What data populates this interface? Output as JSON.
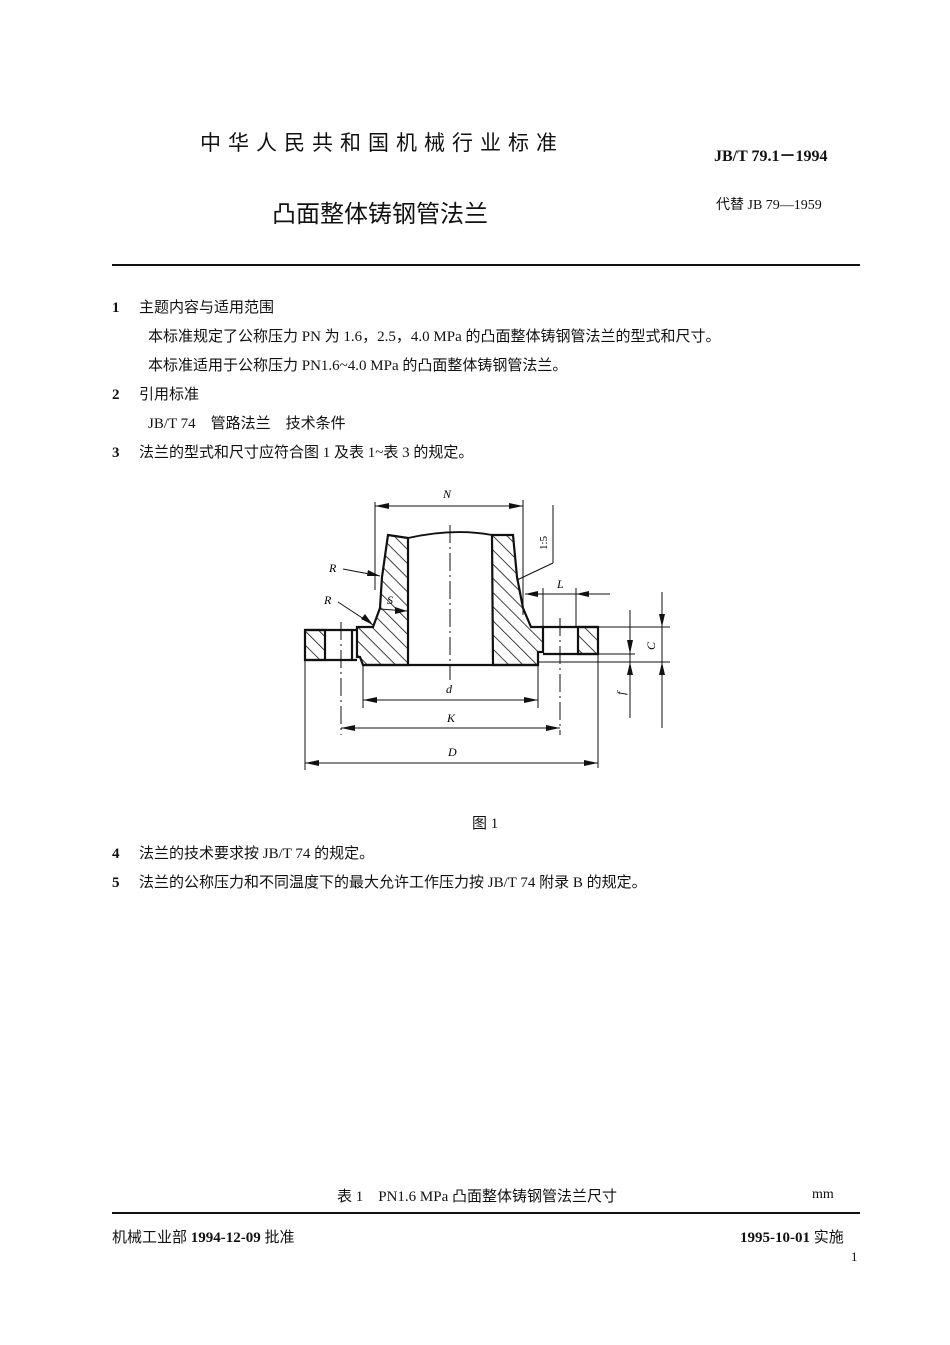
{
  "header": {
    "organization": "中华人民共和国机械行业标准",
    "standard_code": "JB/T 79.1－1994",
    "title": "凸面整体铸钢管法兰",
    "replaces": "代替 JB 79—1959"
  },
  "sections": [
    {
      "number": "1",
      "heading": "主题内容与适用范围",
      "paragraphs": [
        "本标准规定了公称压力 PN 为 1.6，2.5，4.0 MPa 的凸面整体铸钢管法兰的型式和尺寸。",
        "本标准适用于公称压力 PN1.6~4.0 MPa 的凸面整体铸钢管法兰。"
      ]
    },
    {
      "number": "2",
      "heading": "引用标准",
      "paragraphs": [
        "JB/T  74　管路法兰　技术条件"
      ]
    },
    {
      "number": "3",
      "heading": "法兰的型式和尺寸应符合图 1 及表 1~表 3 的规定。"
    },
    {
      "number": "4",
      "heading": "法兰的技术要求按 JB/T  74 的规定。"
    },
    {
      "number": "5",
      "heading": "法兰的公称压力和不同温度下的最大允许工作压力按 JB/T  74 附录 B 的规定。"
    }
  ],
  "figure": {
    "caption": "图 1",
    "labels": {
      "N": "N",
      "R1": "R",
      "R2": "R",
      "S": "S",
      "L": "L",
      "taper": "1:5",
      "C": "C",
      "f": "f",
      "d": "d",
      "K": "K",
      "D": "D"
    }
  },
  "table": {
    "title": "表 1　PN1.6 MPa 凸面整体铸钢管法兰尺寸",
    "unit": "mm"
  },
  "footer": {
    "approver": "机械工业部",
    "approve_date": "1994-12-09",
    "approve_label": "批准",
    "effective_date": "1995-10-01",
    "effective_label": "实施",
    "page_number": "1"
  }
}
